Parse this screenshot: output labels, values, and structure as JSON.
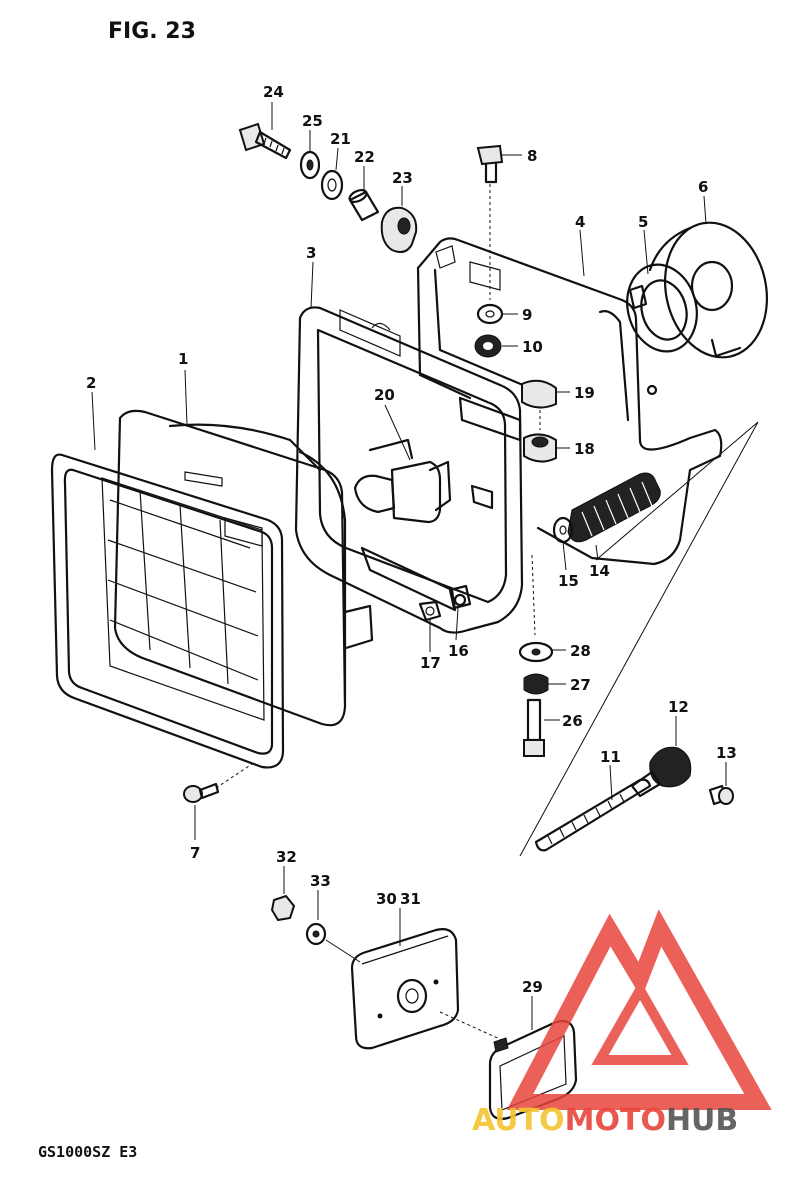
{
  "figure": {
    "title": "FIG. 23",
    "model": "GS1000SZ E3"
  },
  "watermark": {
    "brand_prefix": "AUTO",
    "brand_mid": "MOTO",
    "brand_suffix": "HUB",
    "color_red": "#e8453c",
    "color_yellow": "#f4c430",
    "color_grey": "#555555"
  },
  "parts": {
    "p1": "1",
    "p2": "2",
    "p3": "3",
    "p4": "4",
    "p5": "5",
    "p6": "6",
    "p7": "7",
    "p8": "8",
    "p9": "9",
    "p10": "10",
    "p11": "11",
    "p12": "12",
    "p13": "13",
    "p14": "14",
    "p15": "15",
    "p16": "16",
    "p17": "17",
    "p18": "18",
    "p19": "19",
    "p20": "20",
    "p21": "21",
    "p22": "22",
    "p23": "23",
    "p24": "24",
    "p25": "25",
    "p26": "26",
    "p27": "27",
    "p28": "28",
    "p29": "29",
    "p30": "30",
    "p31": "31",
    "p32": "32",
    "p33": "33"
  }
}
